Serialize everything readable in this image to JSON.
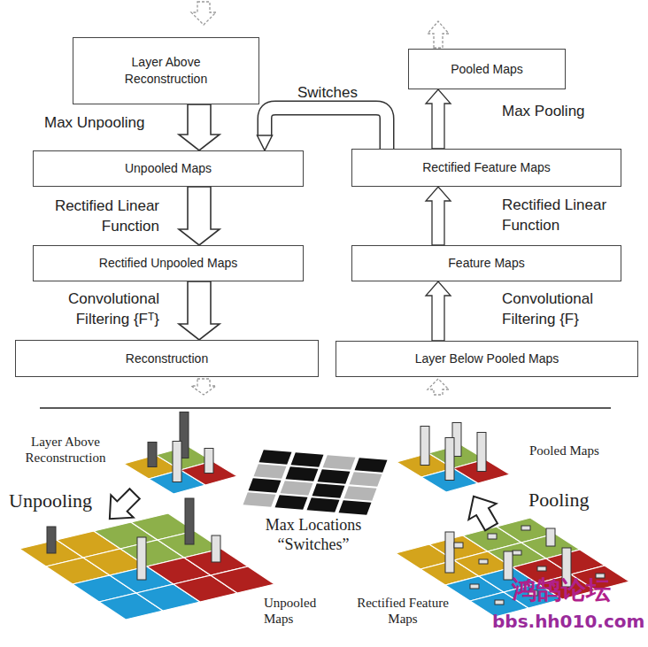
{
  "diagram": {
    "nodes": [
      {
        "text": [
          "Layer Above Reconstruction"
        ]
      },
      {
        "text": [
          "Unpooled Maps"
        ]
      },
      {
        "text": [
          "Rectified Unpooled Maps"
        ]
      },
      {
        "text": [
          "Reconstruction"
        ]
      },
      {
        "text": [
          "Pooled Maps"
        ]
      },
      {
        "text": [
          "Rectified Feature Maps"
        ]
      },
      {
        "text": [
          "Feature Maps"
        ]
      },
      {
        "text": [
          "Layer Below Pooled Maps"
        ]
      }
    ],
    "edges": [
      {
        "from": 0,
        "to": 1,
        "arrow": "to",
        "label": "Max Unpooling"
      },
      {
        "from": 1,
        "to": 2,
        "arrow": "to",
        "label": "Rectified Linear Function"
      },
      {
        "from": 2,
        "to": 3,
        "arrow": "to",
        "label": "Convolutional Filtering {Fᵀ}"
      },
      {
        "from": 7,
        "to": 6,
        "arrow": "to",
        "label": "Convolutional Filtering {F}"
      },
      {
        "from": 6,
        "to": 5,
        "arrow": "to",
        "label": "Rectified Linear Function"
      },
      {
        "from": 5,
        "to": 4,
        "arrow": "to",
        "label": "Max Pooling"
      },
      {
        "from": 5,
        "to": 1,
        "arrow": "to",
        "label": "Switches"
      }
    ],
    "labels": [
      "Layer Above Reconstruction",
      "Unpooling",
      "Max Locations “Switches”",
      "Pooled Maps",
      "Pooling",
      "Unpooled Maps",
      "Rectified Feature Maps",
      "鸿鹄论坛",
      "bbs.hh010.com"
    ]
  }
}
